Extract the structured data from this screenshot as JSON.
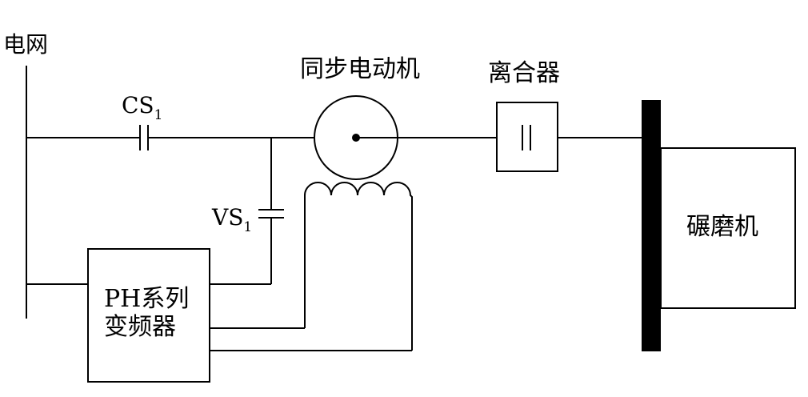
{
  "labels": {
    "grid": "电网",
    "cs1_main": "CS",
    "cs1_sub": "1",
    "motor": "同步电动机",
    "clutch": "离合器",
    "vs1_main": "VS",
    "vs1_sub": "1",
    "vfd_line1": "PH系列",
    "vfd_line2": "变频器",
    "mill": "碾磨机"
  },
  "colors": {
    "line": "#000000",
    "background": "#ffffff"
  }
}
